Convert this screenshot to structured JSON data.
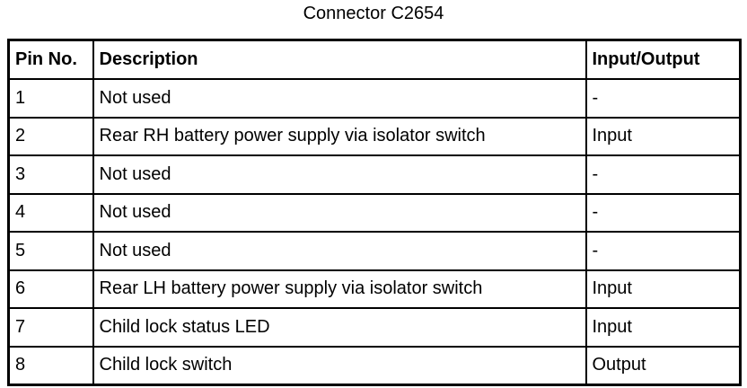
{
  "title": "Connector C2654",
  "table": {
    "headers": {
      "pin": "Pin No.",
      "description": "Description",
      "io": "Input/Output"
    },
    "rows": [
      {
        "pin": "1",
        "description": "Not used",
        "io": "-"
      },
      {
        "pin": "2",
        "description": "Rear RH battery power supply via isolator switch",
        "io": "Input"
      },
      {
        "pin": "3",
        "description": "Not used",
        "io": "-"
      },
      {
        "pin": "4",
        "description": "Not used",
        "io": "-"
      },
      {
        "pin": "5",
        "description": "Not used",
        "io": "-"
      },
      {
        "pin": "6",
        "description": "Rear LH battery power supply via isolator switch",
        "io": "Input"
      },
      {
        "pin": "7",
        "description": "Child lock status LED",
        "io": "Input"
      },
      {
        "pin": "8",
        "description": "Child lock switch",
        "io": "Output"
      }
    ]
  },
  "colors": {
    "border": "#000000",
    "text": "#000000",
    "background": "#ffffff"
  }
}
